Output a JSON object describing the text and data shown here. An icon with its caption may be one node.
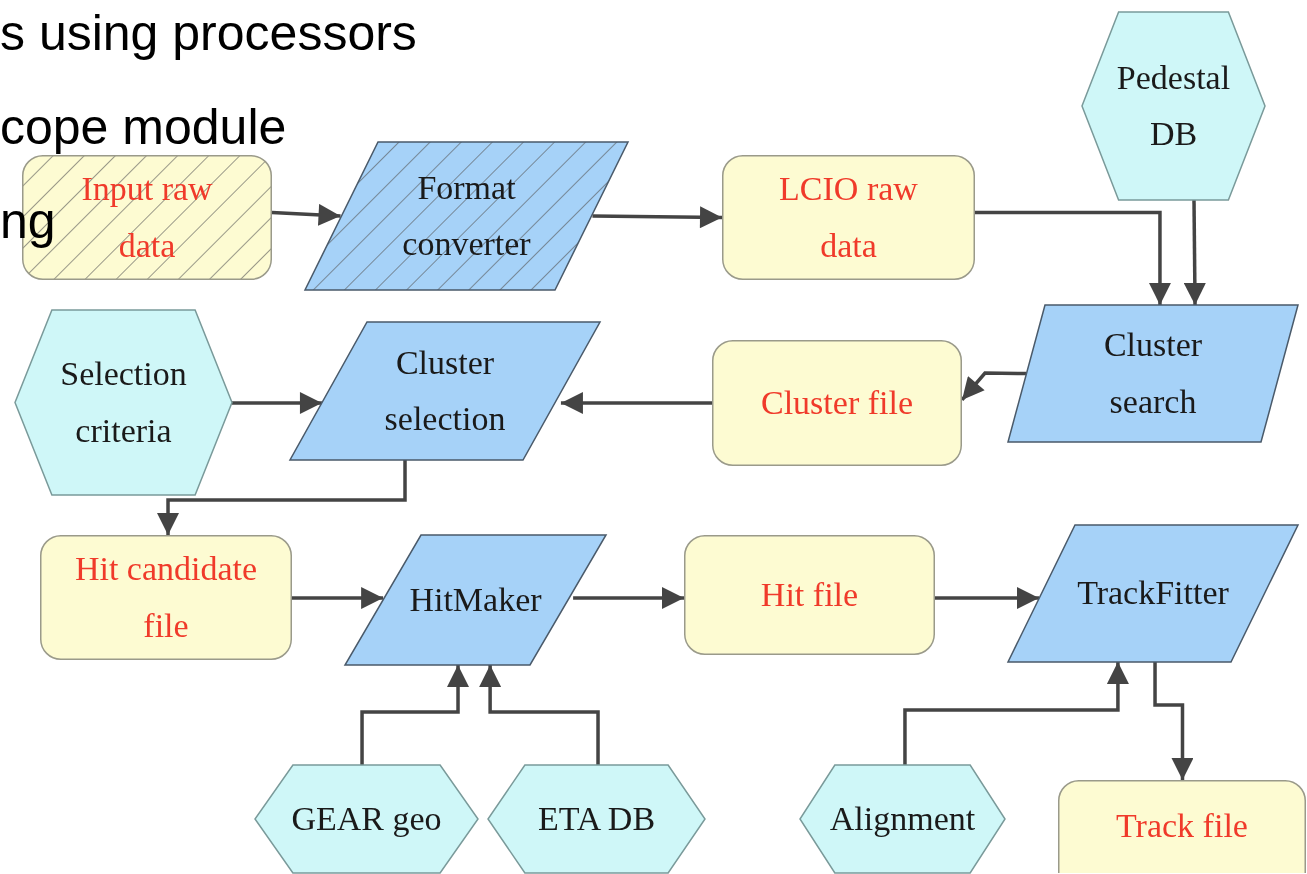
{
  "diagram": {
    "nodes": [
      {
        "text": [
          "Input raw data"
        ]
      },
      {
        "text": [
          "Format converter"
        ]
      },
      {
        "text": [
          "LCIO raw data"
        ]
      },
      {
        "text": [
          "Pedestal DB"
        ]
      },
      {
        "text": [
          "Cluster search"
        ]
      },
      {
        "text": [
          "Cluster file"
        ]
      },
      {
        "text": [
          "Selection criteria"
        ]
      },
      {
        "text": [
          "Cluster selection"
        ]
      },
      {
        "text": [
          "Hit candidate file"
        ]
      },
      {
        "text": [
          "HitMaker"
        ]
      },
      {
        "text": [
          "Hit file"
        ]
      },
      {
        "text": [
          "TrackFitter"
        ]
      },
      {
        "text": [
          "GEAR geo"
        ]
      },
      {
        "text": [
          "ETA DB"
        ]
      },
      {
        "text": [
          "Alignment"
        ]
      },
      {
        "text": [
          "Track file"
        ]
      }
    ],
    "edges": [
      {
        "from": 0,
        "to": 1,
        "arrow": "to"
      },
      {
        "from": 1,
        "to": 2,
        "arrow": "to"
      },
      {
        "from": 2,
        "to": 4,
        "arrow": "to"
      },
      {
        "from": 3,
        "to": 4,
        "arrow": "to"
      },
      {
        "from": 4,
        "to": 5,
        "arrow": "to"
      },
      {
        "from": 5,
        "to": 7,
        "arrow": "to"
      },
      {
        "from": 6,
        "to": 7,
        "arrow": "to"
      },
      {
        "from": 7,
        "to": 8,
        "arrow": "to"
      },
      {
        "from": 8,
        "to": 9,
        "arrow": "to"
      },
      {
        "from": 9,
        "to": 10,
        "arrow": "to"
      },
      {
        "from": 10,
        "to": 11,
        "arrow": "to"
      },
      {
        "from": 12,
        "to": 9,
        "arrow": "to"
      },
      {
        "from": 13,
        "to": 9,
        "arrow": "to"
      },
      {
        "from": 14,
        "to": 11,
        "arrow": "to"
      },
      {
        "from": 11,
        "to": 15,
        "arrow": "to"
      }
    ],
    "labels": [
      "s using processors",
      "cope module",
      "ng"
    ]
  }
}
